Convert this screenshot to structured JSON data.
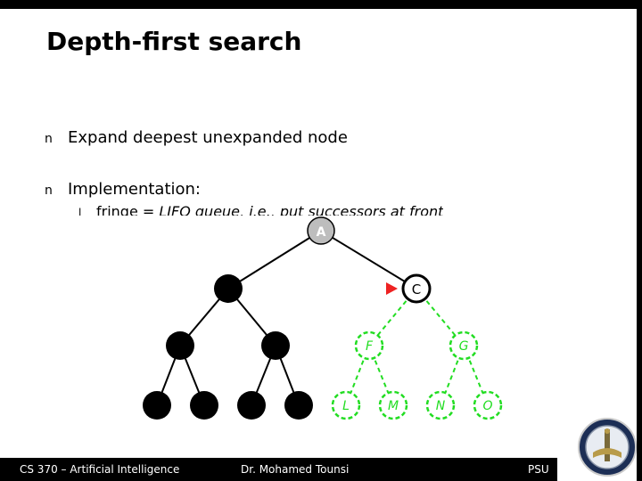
{
  "slide": {
    "title": "Depth-first search",
    "bullets": [
      {
        "marker": "n",
        "text": "Expand deepest unexpanded node"
      },
      {
        "marker": "n",
        "text": "Implementation:"
      }
    ],
    "sub_bullet": {
      "marker": "l",
      "text_normal": "fringe = ",
      "text_italic": "LIFO queue, i.e., put successors at front"
    }
  },
  "tree": {
    "root": "A",
    "current": "C",
    "green_nodes": [
      "F",
      "G",
      "L",
      "M",
      "N",
      "O"
    ],
    "colors": {
      "expanded": "#000000",
      "current_fill": "#bdbdbd",
      "frontier": "#22dd22",
      "marker": "#ee2222"
    }
  },
  "footer": {
    "left": "CS 370 – Artificial Intelligence",
    "center": "Dr. Mohamed Tounsi",
    "right": "PSU"
  }
}
